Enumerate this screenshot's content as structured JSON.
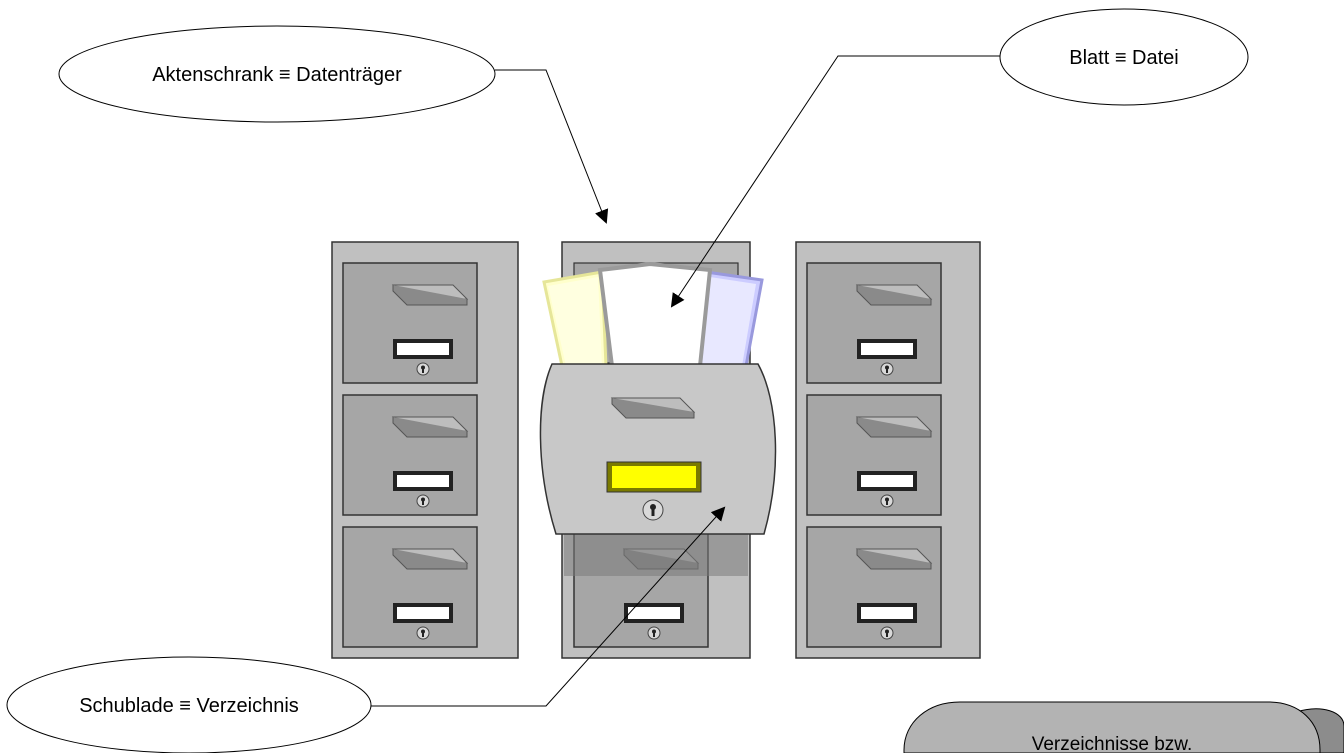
{
  "callouts": {
    "cabinet": "Aktenschrank ≡ Datenträger",
    "sheet": "Blatt ≡ Datei",
    "drawer": "Schublade ≡ Verzeichnis"
  },
  "note": {
    "text": "Verzeichnisse bzw."
  },
  "colors": {
    "cabinet_body": "#c0c0c0",
    "drawer_face": "#a6a6a6",
    "open_drawer": "#c8c8c8",
    "label_yellow": "#ffff00",
    "note_fill": "#b3b3b3"
  }
}
